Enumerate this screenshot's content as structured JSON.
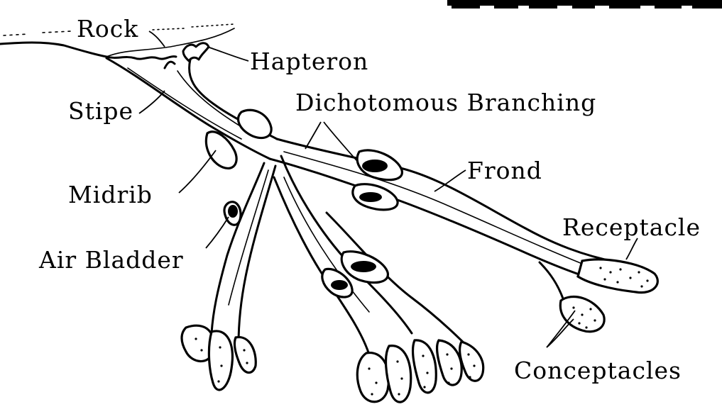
{
  "diagram": {
    "title_fragment": "",
    "labels": {
      "rock": "Rock",
      "hapteron": "Hapteron",
      "stipe": "Stipe",
      "dichotomous_branching": "Dichotomous Branching",
      "frond": "Frond",
      "midrib": "Midrib",
      "receptacle": "Receptacle",
      "air_bladder": "Air Bladder",
      "conceptacles": "Conceptacles"
    },
    "colors": {
      "ink": "#000000",
      "background": "#ffffff"
    }
  }
}
